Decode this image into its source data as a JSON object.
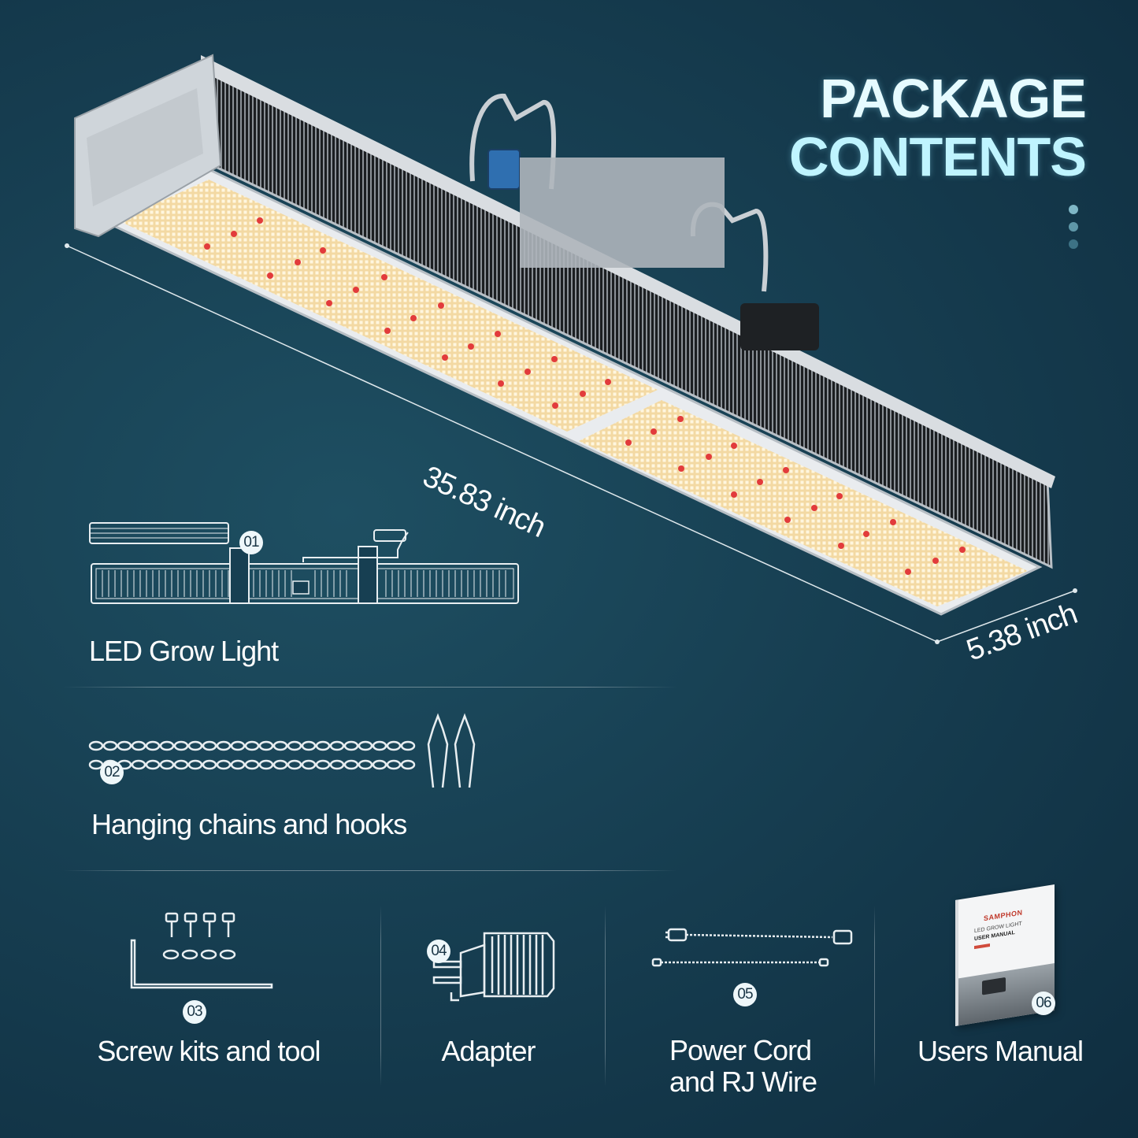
{
  "header": {
    "title_line1": "PACKAGE",
    "title_line2": "CONTENTS"
  },
  "dimensions": {
    "length": "35.83 inch",
    "width": "5.38 inch"
  },
  "items": [
    {
      "number": "01",
      "label": "LED Grow Light"
    },
    {
      "number": "02",
      "label": "Hanging chains and hooks"
    },
    {
      "number": "03",
      "label": "Screw kits and tool"
    },
    {
      "number": "04",
      "label": "Adapter"
    },
    {
      "number": "05",
      "label_line1": "Power Cord",
      "label_line2": "and RJ Wire"
    },
    {
      "number": "06",
      "label": "Users Manual"
    }
  ],
  "manual": {
    "brand": "SAMPHON",
    "line1": "LED GROW LIGHT",
    "line2": "USER MANUAL"
  },
  "colors": {
    "background": "#173f52",
    "title": "#e6fbff",
    "led_panel": "#f3d79e",
    "red_led": "#e23b3b",
    "frame": "#cfd5da"
  }
}
